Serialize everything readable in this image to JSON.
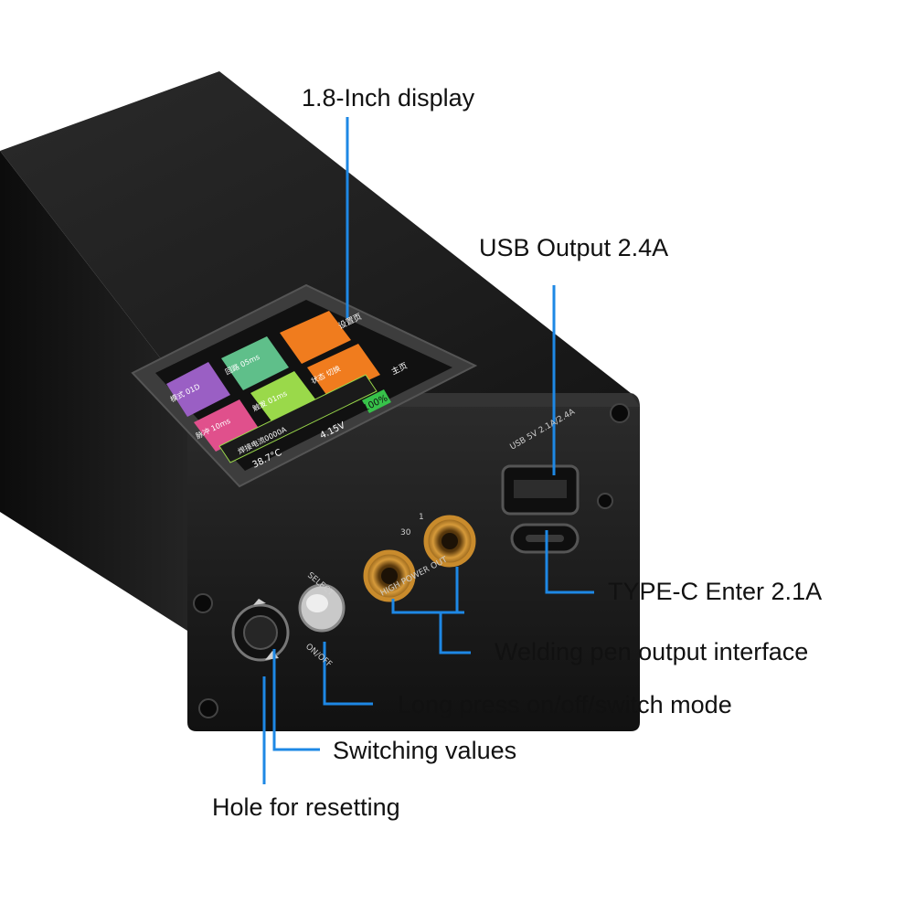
{
  "callouts": {
    "display": "1.8-Inch display",
    "usb_output": "USB Output 2.4A",
    "type_c": "TYPE-C Enter 2.1A",
    "welding_pen": "Welding pen output interface",
    "power_switch": "Long press on/off/switch mode",
    "switching_values": "Switching values",
    "reset_hole": "Hole for resetting"
  },
  "device_labels": {
    "select": "SELECT",
    "on_off": "ON/OFF",
    "high_power_out": "HIGH POWER OUT",
    "usb_spec": "USB 5V 2.1A/2.4A",
    "range_low": "1",
    "range_high": "30"
  },
  "screen": {
    "battery": "100%",
    "voltage": "4.15V",
    "temperature": "38.7°C",
    "current": "焊接电流0000A",
    "tile_1": "模式 01D",
    "tile_2": "回路 05ms",
    "tile_3": "脉冲 10ms",
    "tile_4": "触发 01ms",
    "tile_5": "状态 切换",
    "side_1": "设置页",
    "side_2": "主页"
  },
  "colors": {
    "callout_line": "#1e88e5",
    "device_body": "#1b1b1b",
    "tile_orange": "#f07c1e",
    "tile_green": "#5fbf8a",
    "tile_purple": "#9a5fc4",
    "tile_pink": "#e0508c",
    "tile_lime": "#9ad94a"
  }
}
